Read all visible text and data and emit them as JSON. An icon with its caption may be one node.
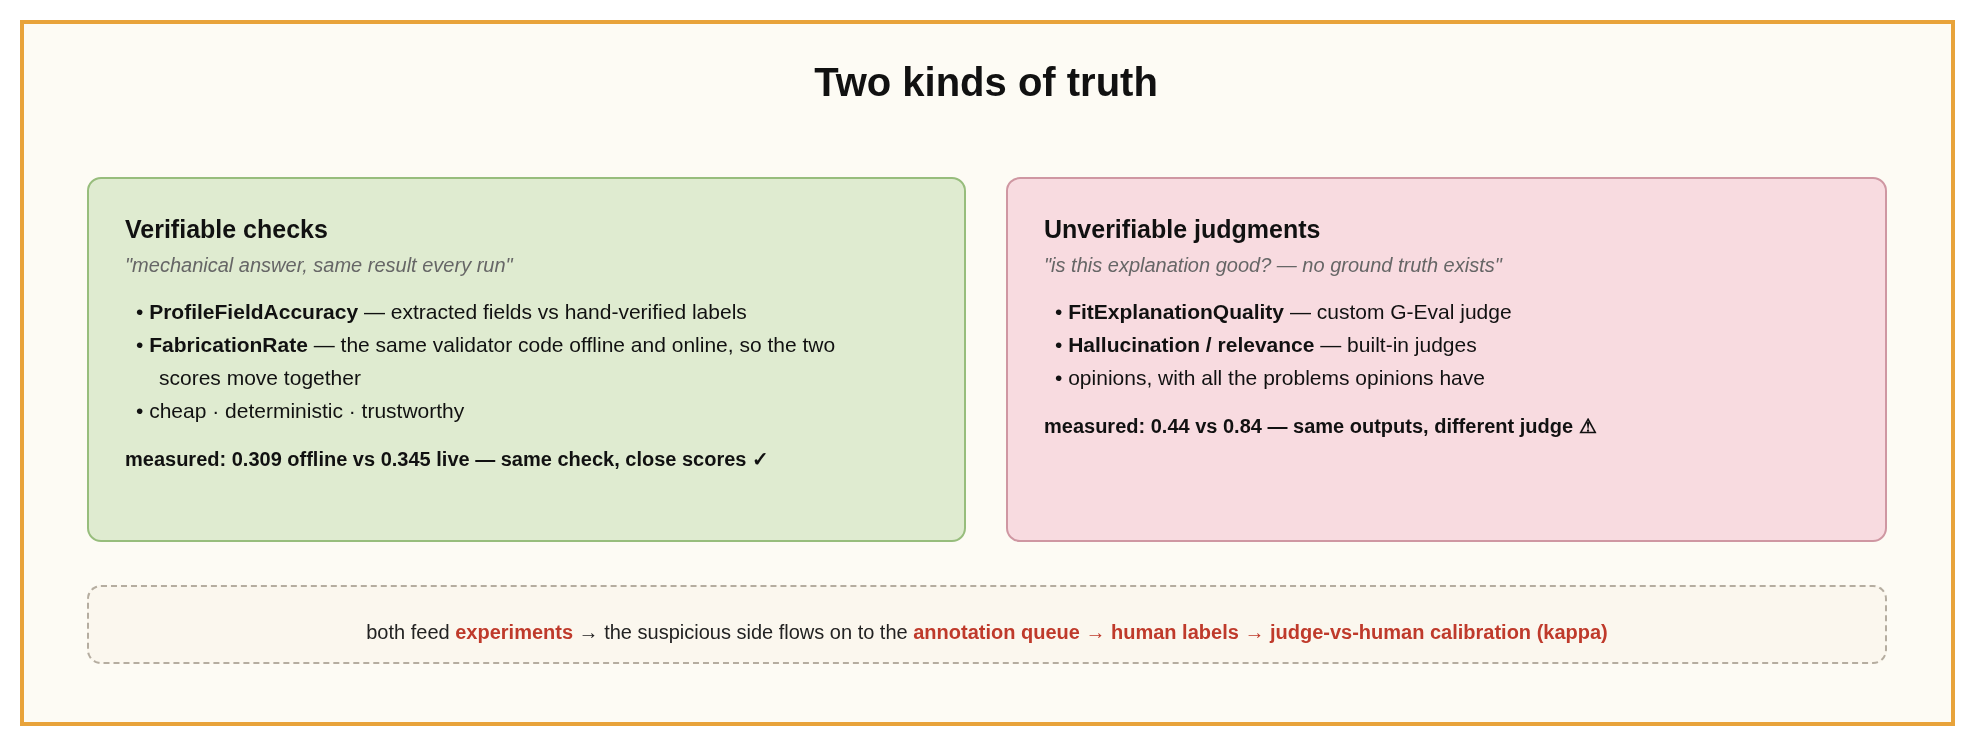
{
  "diagram": {
    "title": "Two kinds of truth",
    "nodes": [
      {
        "text": [
          "Verifiable checks",
          "\"mechanical answer, same result every run\"",
          "• **ProfileFieldAccuracy** — extracted fields vs hand-verified labels",
          "• **FabricationRate** — the same validator code offline and online, so the two scores move together",
          "• cheap · deterministic · trustworthy",
          "measured: 0.309 offline vs 0.345 live — same check, close scores ✓"
        ]
      },
      {
        "text": [
          "Unverifiable judgments",
          "\"is this explanation good? — no ground truth exists\"",
          "• **FitExplanationQuality** — custom G-Eval judge",
          "• **Hallucination / relevance** — built-in judges",
          "• opinions, with all the problems opinions have",
          "measured: 0.44 vs 0.84 — same outputs, different judge ⚠"
        ]
      },
      {
        "text": [
          "both feed **experiments** → the suspicious side flows on to the **annotation queue → human labels → judge-vs-human calibration (kappa)**"
        ]
      }
    ],
    "edges": []
  }
}
